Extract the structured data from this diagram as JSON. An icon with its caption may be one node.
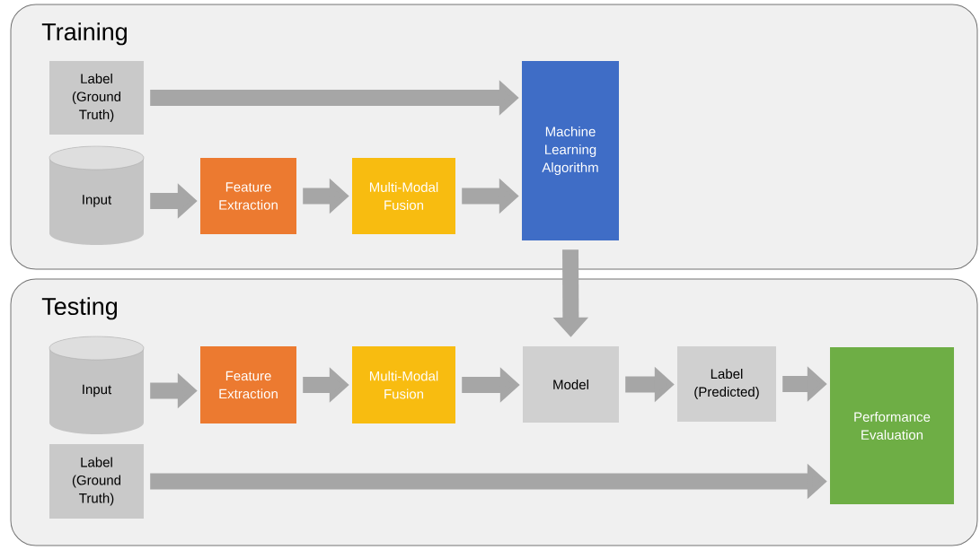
{
  "diagram": {
    "nodes": [
      {
        "text": [
          "Training"
        ]
      },
      {
        "text": [
          "Label (Ground Truth)"
        ],
        "in": 0
      },
      {
        "text": [
          "Input"
        ],
        "in": 0
      },
      {
        "text": [
          "Feature Extraction"
        ],
        "in": 0
      },
      {
        "text": [
          "Multi-Modal Fusion"
        ],
        "in": 0
      },
      {
        "text": [
          "Machine Learning Algorithm"
        ],
        "in": 0
      },
      {
        "text": [
          "Testing"
        ]
      },
      {
        "text": [
          "Input"
        ],
        "in": 6
      },
      {
        "text": [
          "Feature Extraction"
        ],
        "in": 6
      },
      {
        "text": [
          "Multi-Modal Fusion"
        ],
        "in": 6
      },
      {
        "text": [
          "Model"
        ],
        "in": 6
      },
      {
        "text": [
          "Label (Predicted)"
        ],
        "in": 6
      },
      {
        "text": [
          "Performance Evaluation"
        ],
        "in": 6
      },
      {
        "text": [
          "Label (Ground Truth)"
        ],
        "in": 6
      }
    ],
    "edges": [
      {
        "from": 1,
        "to": 5,
        "arrow": "to"
      },
      {
        "from": 2,
        "to": 3,
        "arrow": "to"
      },
      {
        "from": 3,
        "to": 4,
        "arrow": "to"
      },
      {
        "from": 4,
        "to": 5,
        "arrow": "to"
      },
      {
        "from": 5,
        "to": 10,
        "arrow": "to"
      },
      {
        "from": 7,
        "to": 8,
        "arrow": "to"
      },
      {
        "from": 8,
        "to": 9,
        "arrow": "to"
      },
      {
        "from": 9,
        "to": 10,
        "arrow": "to"
      },
      {
        "from": 10,
        "to": 11,
        "arrow": "to"
      },
      {
        "from": 11,
        "to": 12,
        "arrow": "to"
      },
      {
        "from": 13,
        "to": 12,
        "arrow": "to"
      }
    ]
  }
}
